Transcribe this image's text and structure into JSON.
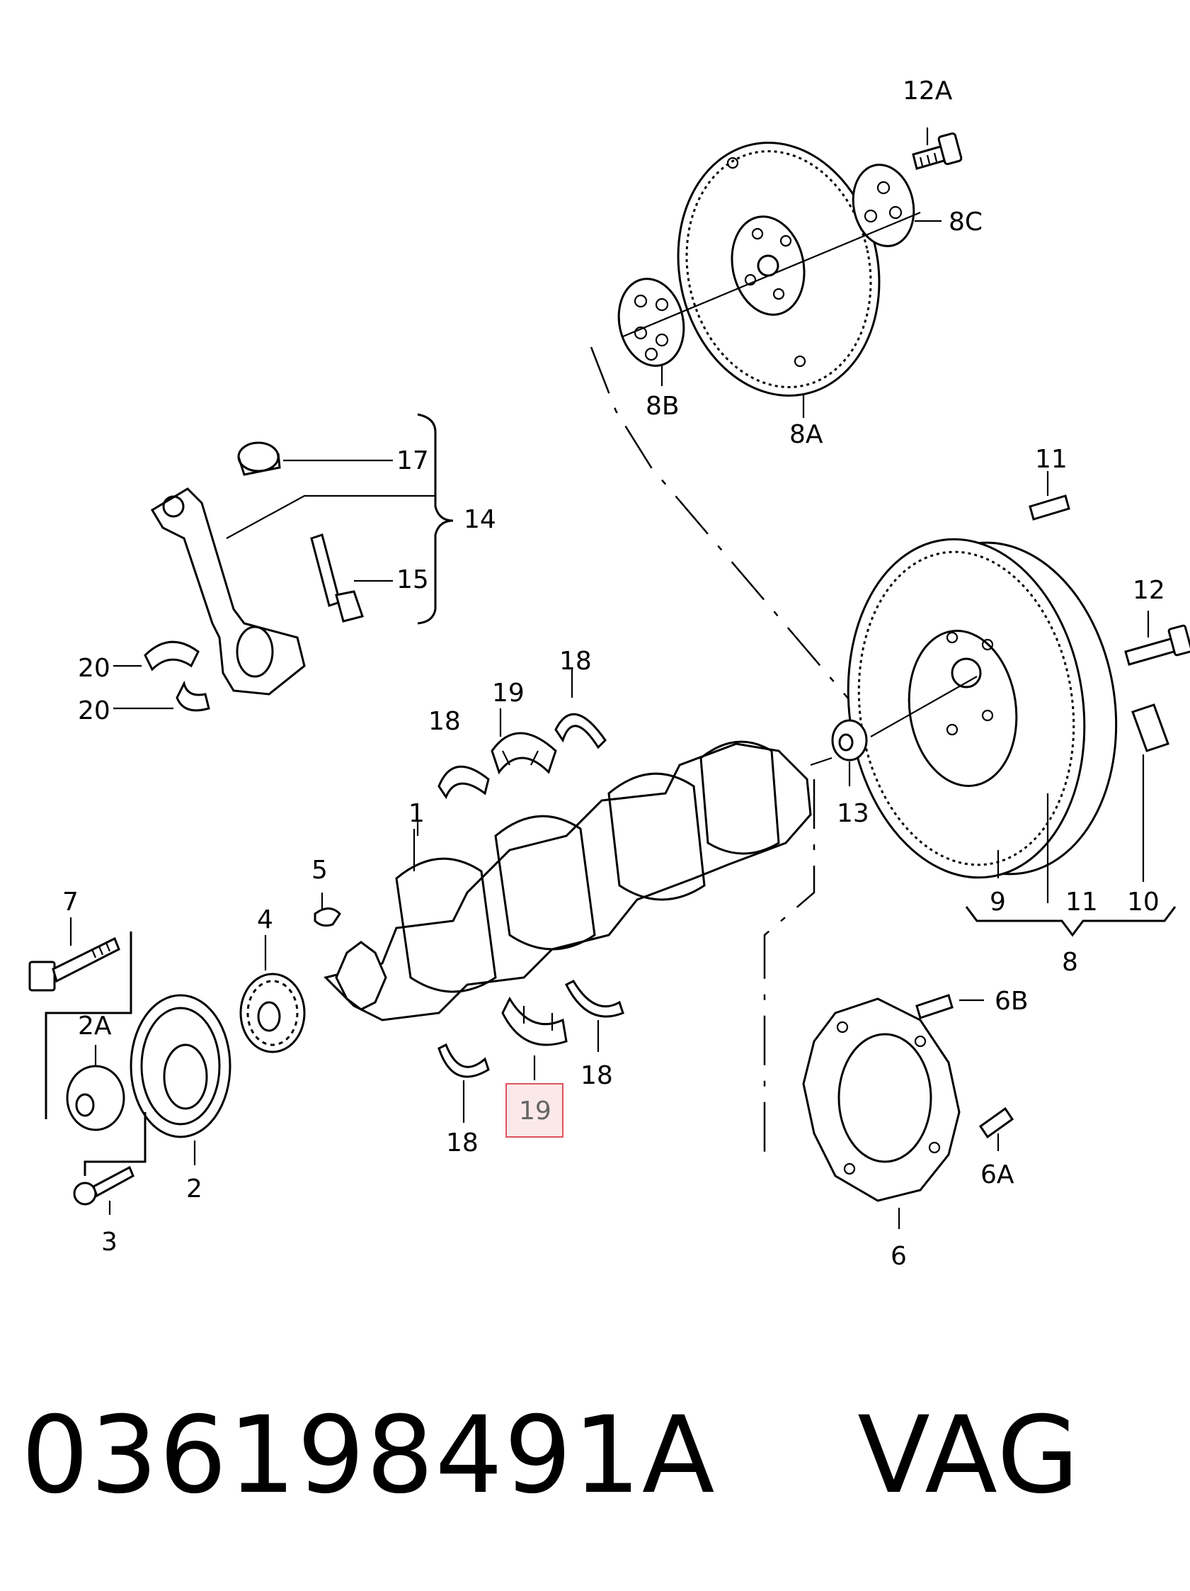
{
  "labels": {
    "l12A": "12A",
    "l8C": "8C",
    "l8B": "8B",
    "l8A": "8A",
    "l17": "17",
    "l14": "14",
    "l15": "15",
    "l11a": "11",
    "l12": "12",
    "l20a": "20",
    "l20b": "20",
    "l18a": "18",
    "l19a": "19",
    "l18b": "18",
    "l1": "1",
    "l13": "13",
    "l5": "5",
    "l7": "7",
    "l4": "4",
    "l2A": "2A",
    "l9": "9",
    "l11b": "11",
    "l10": "10",
    "l8": "8",
    "l6B": "6B",
    "l18c": "18",
    "l18d": "18",
    "l19b": "19",
    "l6A": "6A",
    "l2": "2",
    "l3": "3",
    "l6": "6"
  },
  "highlight": {
    "label": "19",
    "color": "#e0525c"
  },
  "footer": {
    "part_number": "036198491A",
    "brand": "VAG"
  }
}
